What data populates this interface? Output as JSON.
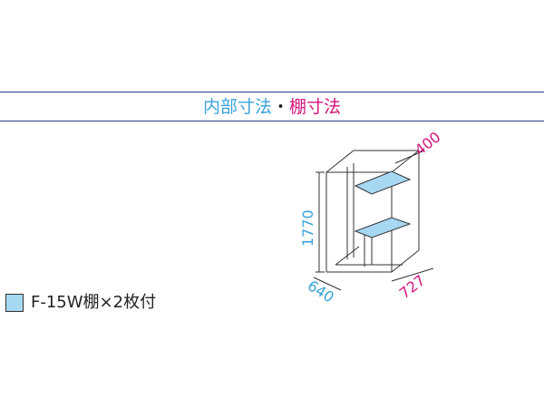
{
  "header": {
    "title_inner": "内部寸法",
    "title_separator": "・",
    "title_shelf": "棚寸法"
  },
  "diagram": {
    "dim_height": "1770",
    "dim_depth": "640",
    "dim_width": "727",
    "dim_shelf_depth": "400"
  },
  "legend": {
    "label": "F-15W棚×2枚付"
  },
  "colors": {
    "rule": "#2a3a8c",
    "inner_dims": "#3aa3dc",
    "shelf_dims": "#d4167f",
    "shelf_fill": "#a6d8f4",
    "line": "#333333"
  }
}
